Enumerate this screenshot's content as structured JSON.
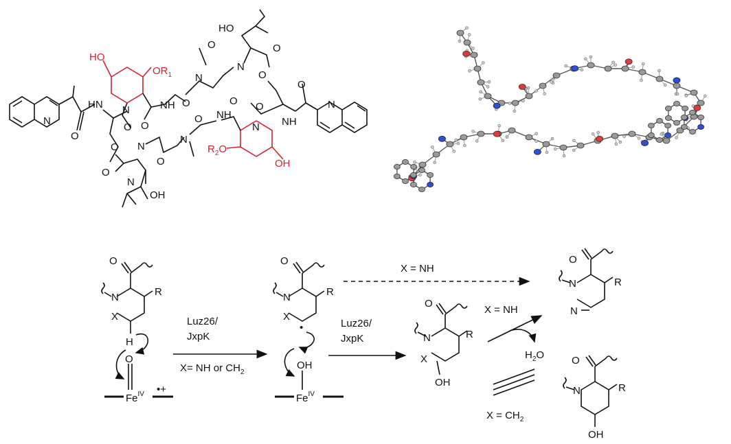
{
  "panel_a": {
    "labels": {
      "ho_top": "HO",
      "ho_left": "HO",
      "or1": "OR",
      "or1_sub": "1",
      "r2o": "R",
      "r2o_sub": "2",
      "r2o_o": "O",
      "oh_right": "OH",
      "oh_bottom": "OH",
      "n": "N",
      "nh": "NH",
      "hn": "HN",
      "n_quin": "N",
      "o": "O"
    },
    "colors": {
      "highlight": "#d2222a",
      "bond": "#111111"
    }
  },
  "panel_b": {
    "caption": "",
    "colors": {
      "oxygen": "#e23a3a",
      "nitrogen": "#2f4fd8",
      "carbon": "#9a9a9a",
      "hydrogen": "#cfcfcf"
    }
  },
  "mechanism": {
    "s1": {
      "n": "N",
      "x": "X",
      "r": "R",
      "h": "H",
      "o": "O",
      "fe": "Fe",
      "fe_sup": "IV",
      "radical": "•+"
    },
    "arrow1": {
      "enzyme_line1": "Luz26/",
      "enzyme_line2": "JxpK",
      "condition": "X= NH or CH",
      "condition_sub": "2"
    },
    "s2": {
      "n": "N",
      "x": "X",
      "r": "R",
      "dot": "•",
      "oh": "OH",
      "fe": "Fe",
      "fe_sup": "IV"
    },
    "arrow2": {
      "enzyme_line1": "Luz26/",
      "enzyme_line2": "JxpK"
    },
    "dashed_arrow": {
      "label": "X = NH"
    },
    "s3": {
      "n": "N",
      "x": "X",
      "r": "R",
      "o": "O",
      "oh": "OH"
    },
    "arrow3": {
      "label": "X = NH",
      "product": "H",
      "product_sub": "2",
      "product_o": "O"
    },
    "p1": {
      "n1": "N",
      "n2": "N",
      "r": "R",
      "o": "O"
    },
    "p2": {
      "n": "N",
      "r": "R",
      "o": "O",
      "oh": "OH"
    },
    "equiv": {
      "label": "X = CH",
      "label_sub": "2"
    }
  }
}
